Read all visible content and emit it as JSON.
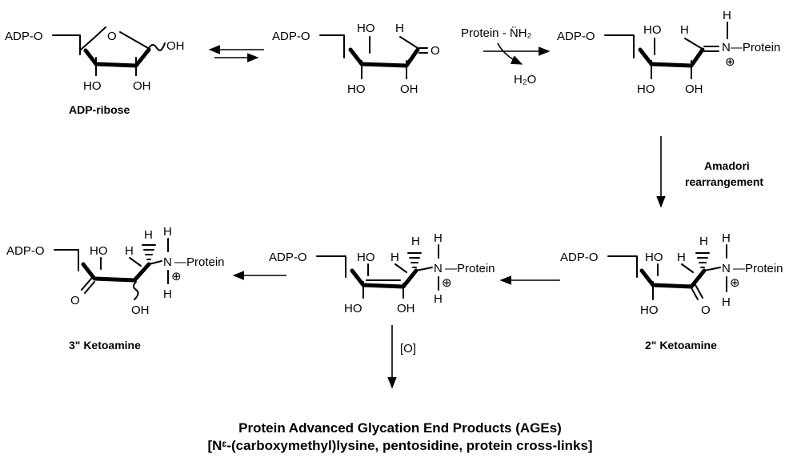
{
  "adp_o": "ADP-O",
  "ho": "HO",
  "oh": "OH",
  "o": "O",
  "h": "H",
  "n": "N",
  "n_protein": "N—Protein",
  "dash_protein": "—Protein",
  "plus": "⊕",
  "oh_ring": "OH",
  "protein_nh2": "Protein - N̈H₂",
  "water": "H₂O",
  "adp_ribose_label": "ADP-ribose",
  "amadori_line1": "Amadori",
  "amadori_line2": "rearrangement",
  "oxidation": "[O]",
  "ketoamine_2": "2\" Ketoamine",
  "ketoamine_3": "3\" Ketoamine",
  "age_line1": "Protein Advanced Glycation End Products (AGEs)",
  "age_line2": "[Nᵋ-(carboxymethyl)lysine, pentosidine, protein cross-links]"
}
